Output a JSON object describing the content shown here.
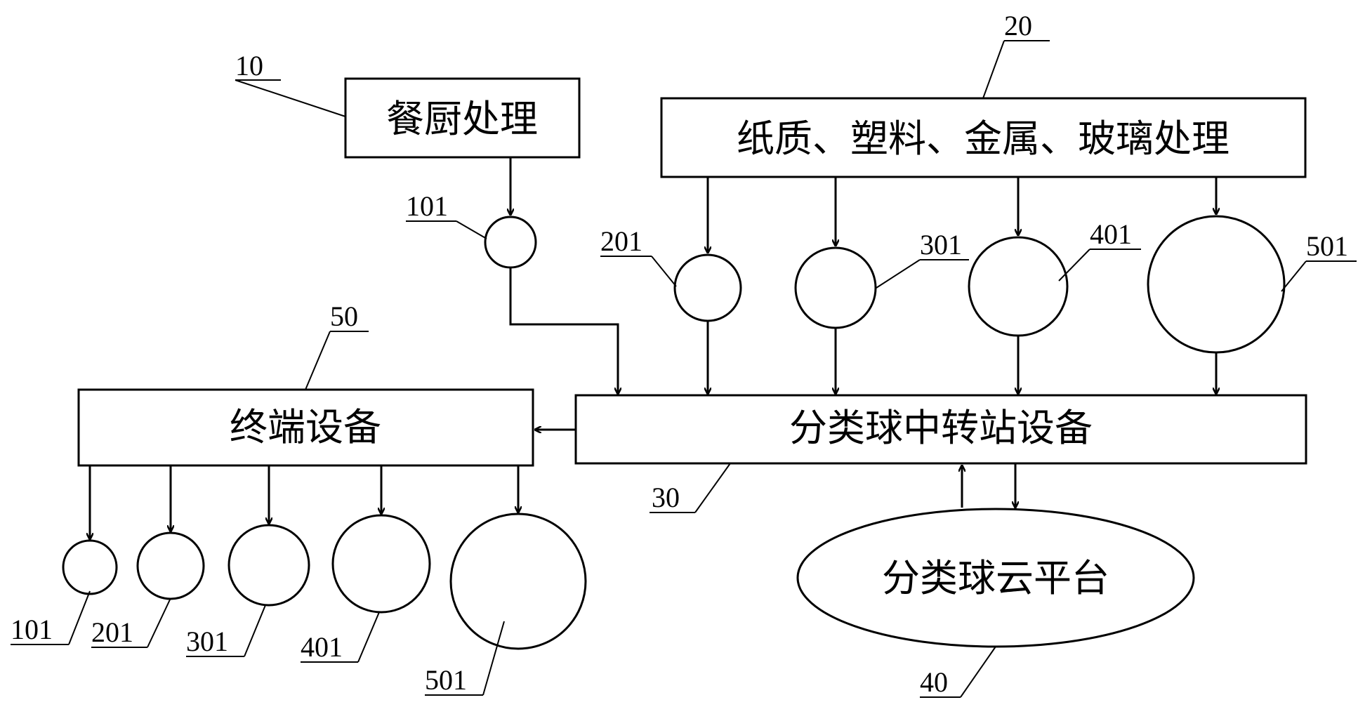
{
  "boxes": {
    "kitchen": "餐厨处理",
    "recycle": "纸质、塑料、金属、玻璃处理",
    "terminal": "终端设备",
    "transfer": "分类球中转站设备",
    "cloud": "分类球云平台"
  },
  "refs": {
    "kitchen": "10",
    "recycle": "20",
    "transfer": "30",
    "cloud": "40",
    "terminal": "50",
    "top_balls": [
      "101",
      "201",
      "301",
      "401",
      "501"
    ],
    "bottom_balls": [
      "101",
      "201",
      "301",
      "401",
      "501"
    ]
  }
}
